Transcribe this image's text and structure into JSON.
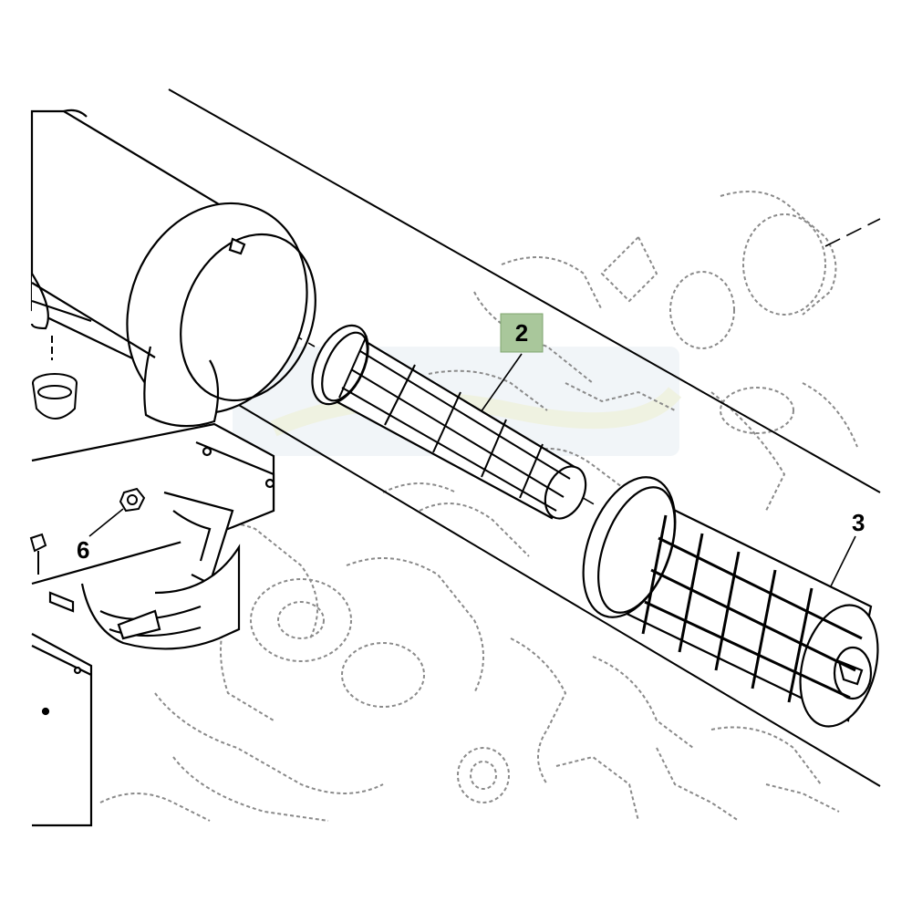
{
  "callouts": {
    "item_2": "2",
    "item_3": "3",
    "item_6": "6"
  },
  "colors": {
    "line": "#000000",
    "ghost_line": "#8a8a8a",
    "highlight": "#a9c79b",
    "watermark_tint": "#e7edf3",
    "background": "#ffffff"
  }
}
